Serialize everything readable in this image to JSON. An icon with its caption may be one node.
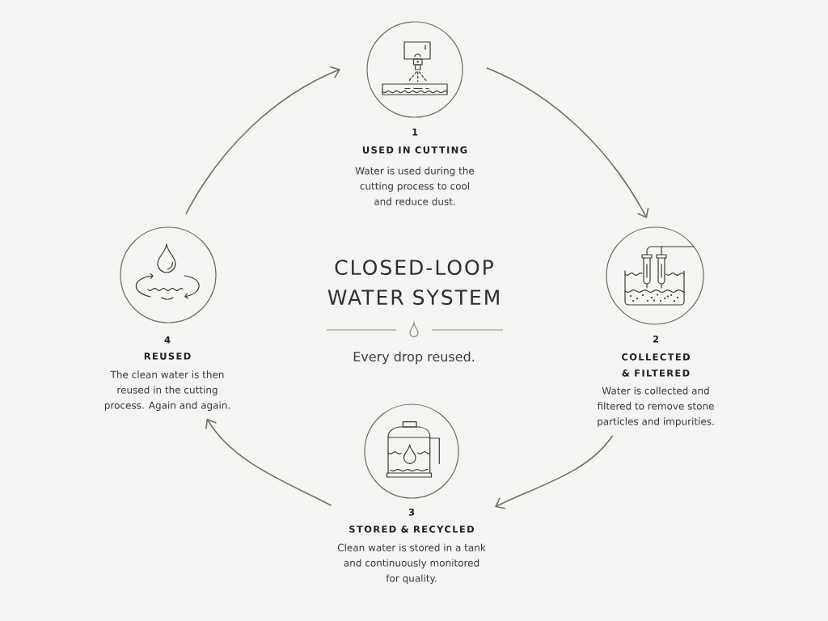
{
  "diagram": {
    "title": "CLOSED-LOOP WATER SYSTEM",
    "nodes": [
      {
        "text": [
          "1",
          "USED IN CUTTING",
          "Water is used during the cutting process to cool and reduce dust."
        ]
      },
      {
        "text": [
          "2",
          "COLLECTED & FILTERED",
          "Water is collected and filtered to remove stone particles and impurities."
        ]
      },
      {
        "text": [
          "3",
          "STORED & RECYCLED",
          "Clean water is stored in a tank and continuously monitored for quality."
        ]
      },
      {
        "text": [
          "4",
          "REUSED",
          "The clean water is then reused in the cutting process. Again and again."
        ]
      }
    ],
    "edges": [
      {
        "from": 0,
        "to": 1,
        "arrow": "to"
      },
      {
        "from": 1,
        "to": 2,
        "arrow": "to"
      },
      {
        "from": 2,
        "to": 3,
        "arrow": "to"
      },
      {
        "from": 3,
        "to": 0,
        "arrow": "to"
      }
    ],
    "labels": [
      "Every drop reused."
    ]
  }
}
